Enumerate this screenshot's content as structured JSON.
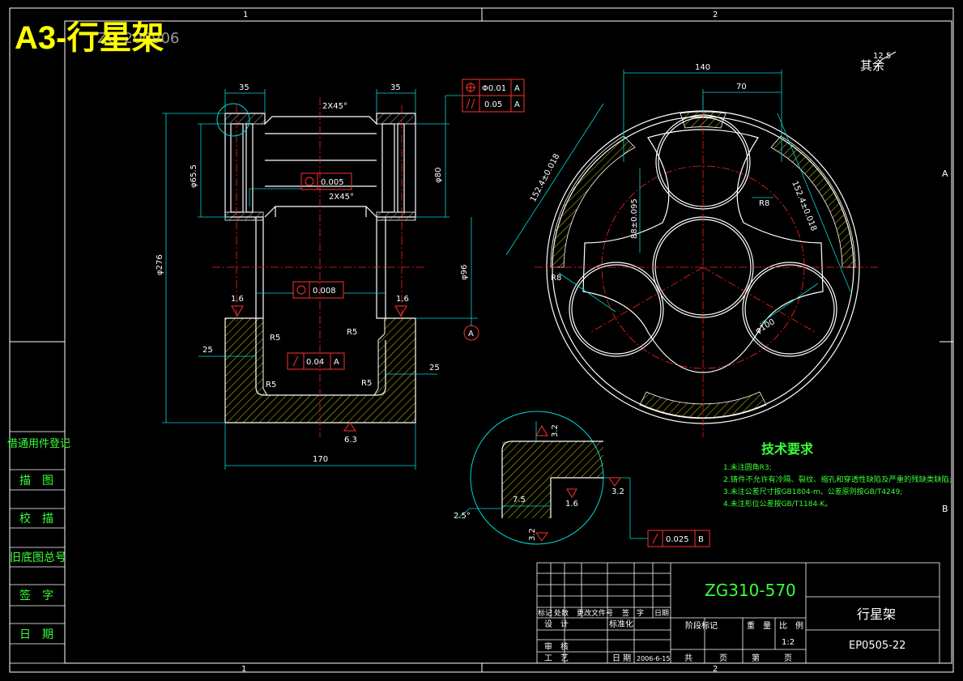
{
  "title": {
    "main": "A3-行星架",
    "overlay": "ZG-200906"
  },
  "zone_marks": {
    "top_1": "1",
    "top_2": "2",
    "bottom_1": "1",
    "bottom_2": "2",
    "right_a": "A",
    "right_b": "B"
  },
  "roughness": {
    "other": "其余",
    "other_value": "12.5"
  },
  "section_view": {
    "dims": {
      "left_35": "35",
      "right_35": "35",
      "chamfer_top": "2X45°",
      "chamfer_mid": "2X45°",
      "dia_65": "φ65.5",
      "dia_80": "φ80",
      "dia_96": "φ96",
      "dia_276": "φ276",
      "bottom_170": "170",
      "left_25": "25",
      "right_25": "25",
      "r5_a": "R5",
      "r5_b": "R5",
      "r5_c": "R5",
      "r5_d": "R5",
      "rough_left": "1.6",
      "rough_right": "1.6",
      "rough_bottom": "6.3"
    },
    "tolerances": {
      "top_pos_value": "Φ0.01",
      "top_pos_datum": "A",
      "top_par_value": "0.05",
      "top_par_datum": "A",
      "cyl_1": "0.005",
      "cyl_2": "0.008",
      "runout_value": "0.04",
      "runout_datum": "A"
    },
    "datum": "A"
  },
  "face_view": {
    "dims": {
      "w140": "140",
      "w70": "70",
      "pcd_left": "152.4±0.018",
      "pcd_right": "152.4±0.018",
      "center_dist": "88±0.095",
      "r8_a": "R8",
      "r8_b": "R8",
      "bore_dia": "φ100"
    }
  },
  "detail_view": {
    "dims": {
      "d75": "7.5",
      "rough_a": "3.2",
      "rough_b": "1.6",
      "rough_c": "3.2",
      "rough_d": "3.2",
      "chamfer": "2.5°"
    },
    "runout_value": "0.025",
    "runout_datum": "B"
  },
  "tech_req": {
    "heading": "技术要求",
    "items": [
      "1.未注圆角R3;",
      "2.铸件不允许有冷隔、裂纹、缩孔和穿透性缺陷及严重的残缺类缺陷;",
      "3.未注公差尺寸按GB1804-m。公差原则按GB/T4249;",
      "4.未注形位公差按GB/T1184-K。"
    ]
  },
  "left_column": [
    "借通用件登记",
    "描　图",
    "校　描",
    "旧底图总号",
    "签　字",
    "日　期"
  ],
  "title_block": {
    "material": "ZG310-570",
    "part_name": "行星架",
    "drawing_no": "EP0505-22",
    "row_labels": [
      "标记",
      "处数",
      "更改文件号",
      "签　字",
      "日期"
    ],
    "design": "设　计",
    "standardize": "标准化",
    "review": "审　核",
    "process": "工　艺",
    "date_label": "日 期",
    "date_value": "2006-6-15",
    "stage_mark": "阶段标记",
    "weight": "重　量",
    "scale": "比　例",
    "scale_value": "1:2",
    "total": "共",
    "sheet": "页",
    "no": "第",
    "page": "页"
  }
}
